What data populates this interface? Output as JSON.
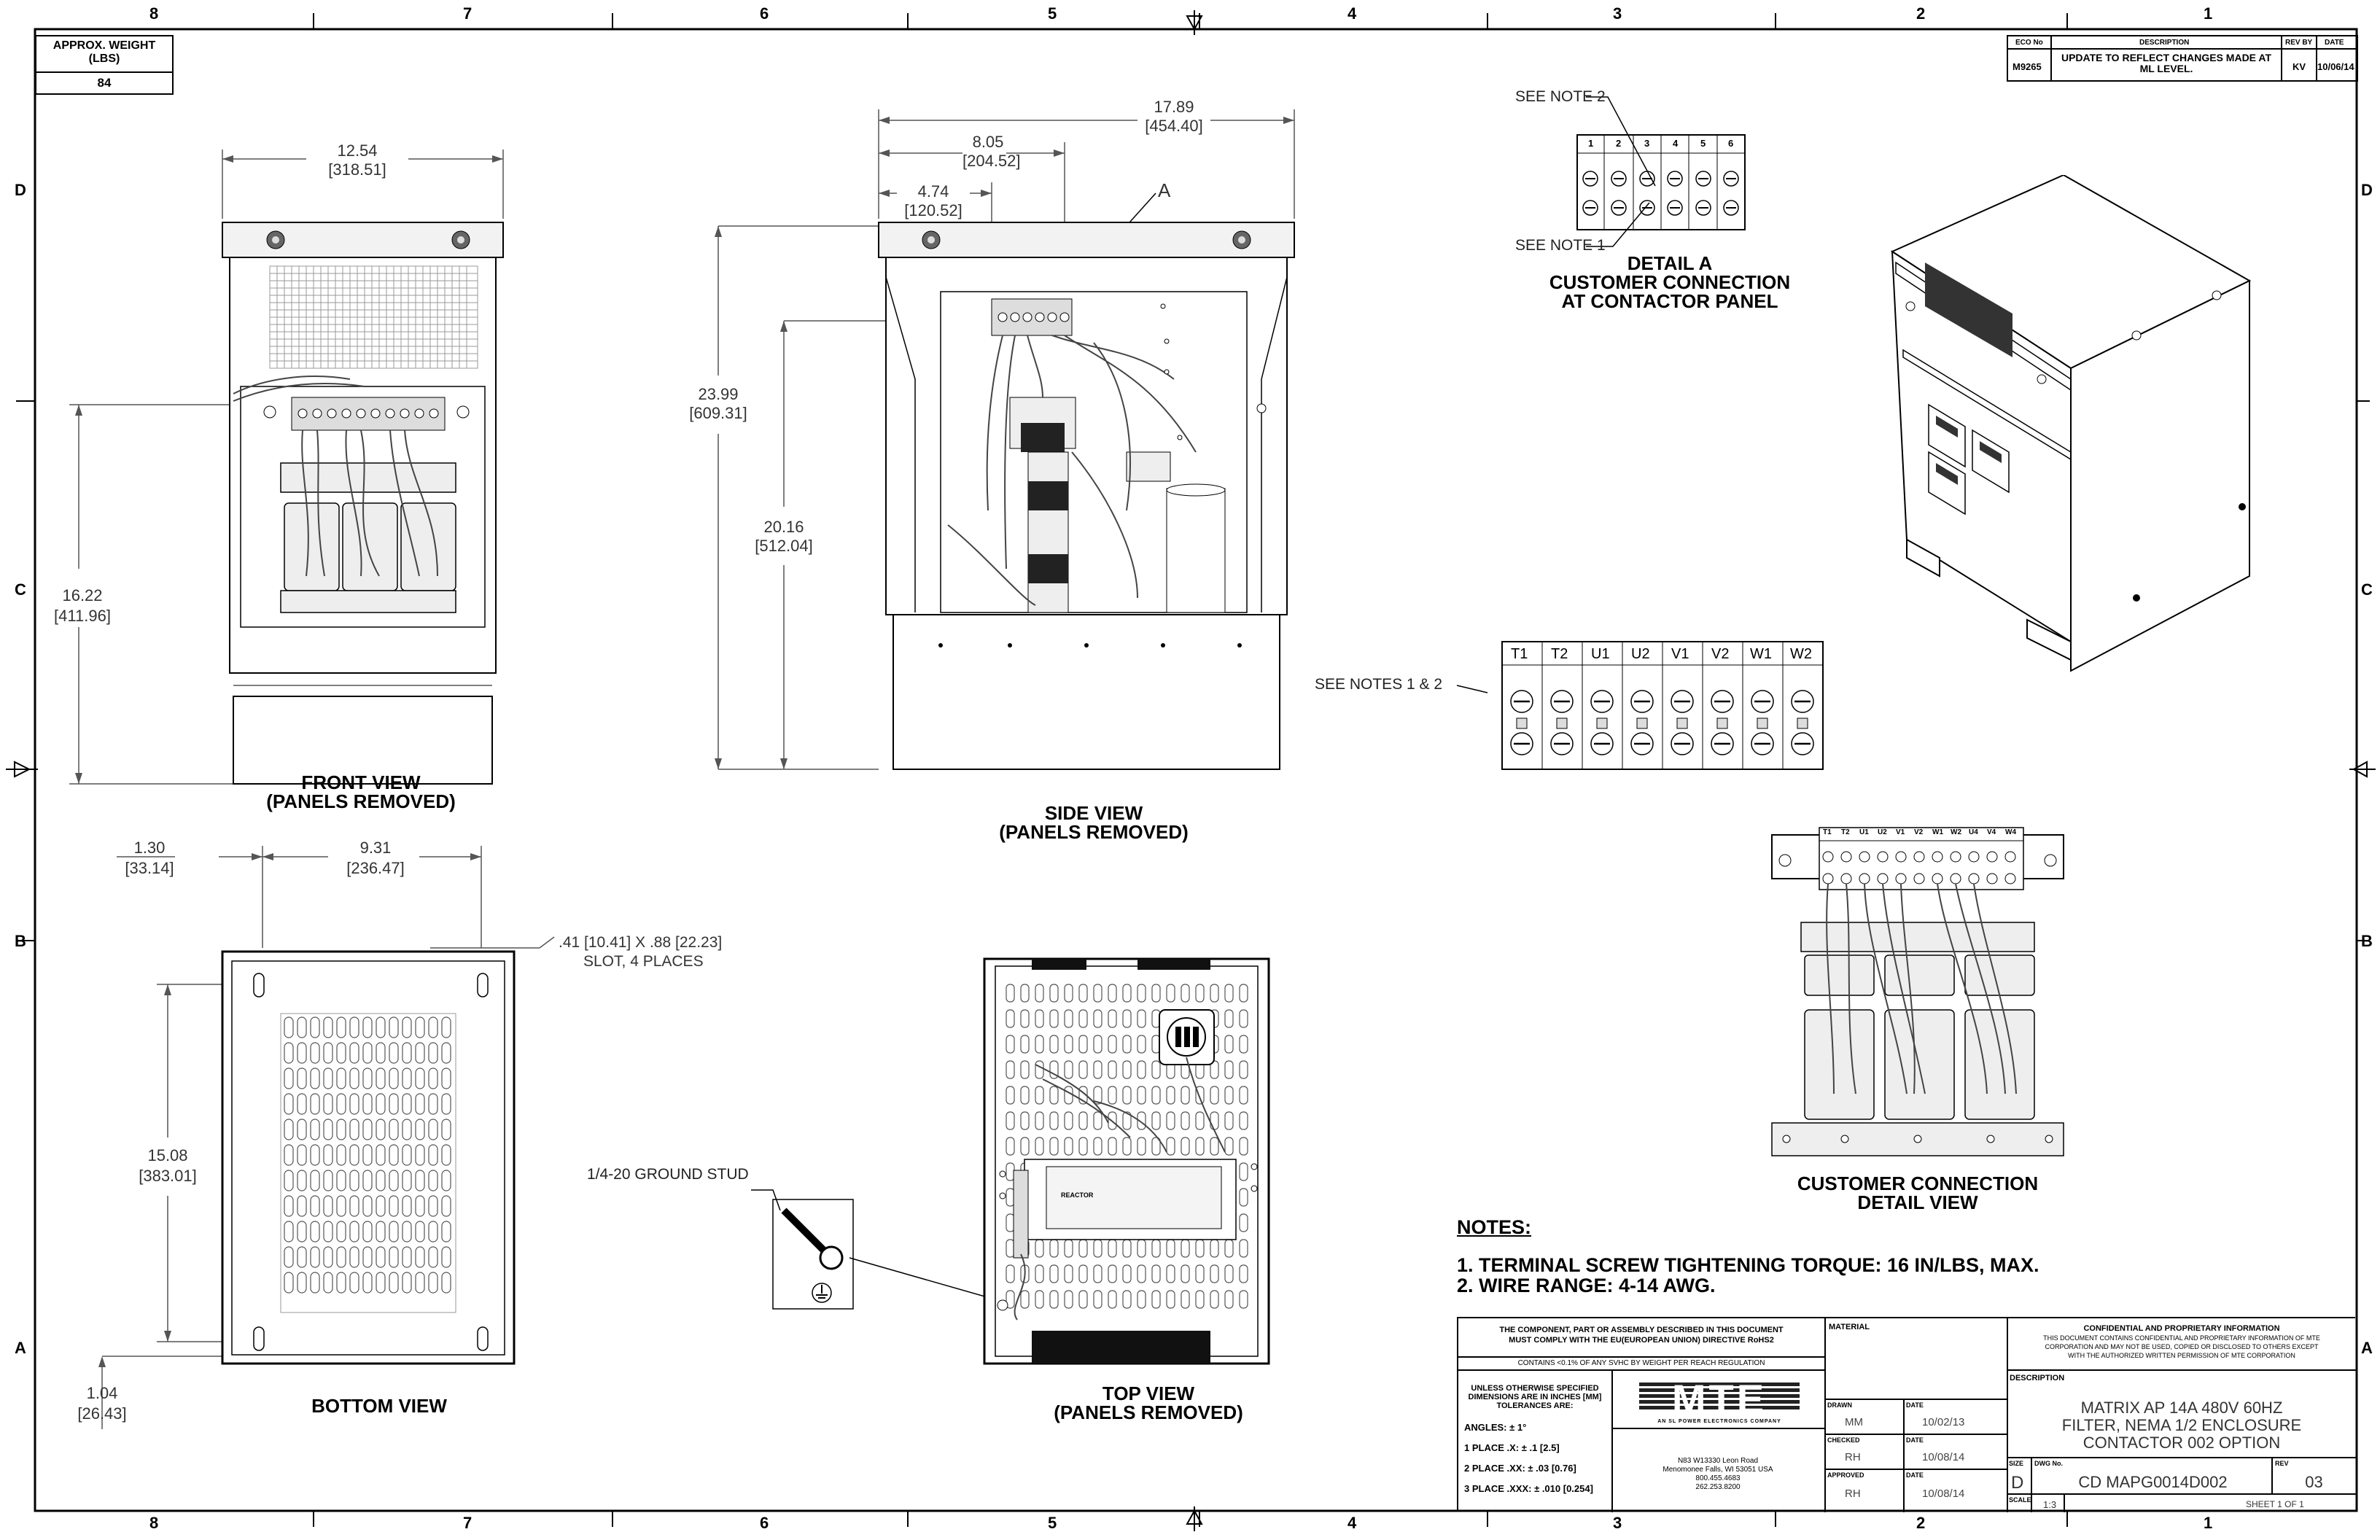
{
  "border": {
    "zones_top": [
      "8",
      "7",
      "6",
      "5",
      "4",
      "3",
      "2",
      "1"
    ],
    "zones_bottom": [
      "8",
      "7",
      "6",
      "5",
      "4",
      "3",
      "2",
      "1"
    ],
    "rows_left": [
      "D",
      "C",
      "B",
      "A"
    ],
    "rows_right": [
      "D",
      "C",
      "B",
      "A"
    ]
  },
  "weight": {
    "label": "APPROX. WEIGHT (LBS)",
    "value": "84"
  },
  "revision": {
    "headers": [
      "ECO No",
      "DESCRIPTION",
      "REV BY",
      "DATE"
    ],
    "row": [
      "M9265",
      "UPDATE TO REFLECT CHANGES MADE AT ML LEVEL.",
      "KV",
      "10/06/14"
    ]
  },
  "front_view": {
    "label1": "FRONT VIEW",
    "label2": "(PANELS REMOVED)",
    "width_in": "12.54",
    "width_mm": "[318.51]",
    "height_in": "16.22",
    "height_mm": "[411.96]"
  },
  "side_view": {
    "label1": "SIDE VIEW",
    "label2": "(PANELS REMOVED)",
    "d1_in": "17.89",
    "d1_mm": "[454.40]",
    "d2_in": "8.05",
    "d2_mm": "[204.52]",
    "d3_in": "4.74",
    "d3_mm": "[120.52]",
    "h1_in": "23.99",
    "h1_mm": "[609.31]",
    "h2_in": "20.16",
    "h2_mm": "[512.04]",
    "callout": "A"
  },
  "detail_a": {
    "title1": "DETAIL A",
    "title2": "CUSTOMER CONNECTION",
    "title3": "AT CONTACTOR PANEL",
    "note2": "SEE NOTE 2",
    "note1": "SEE NOTE 1",
    "terminals": [
      "1",
      "2",
      "3",
      "4",
      "5",
      "6"
    ]
  },
  "terminal_strip": {
    "note": "SEE NOTES 1 & 2",
    "labels": [
      "T1",
      "T2",
      "U1",
      "U2",
      "V1",
      "V2",
      "W1",
      "W2"
    ]
  },
  "customer_detail": {
    "label1": "CUSTOMER CONNECTION",
    "label2": "DETAIL VIEW",
    "labels": [
      "T1",
      "T2",
      "U1",
      "U2",
      "V1",
      "V2",
      "W1",
      "W2",
      "U4",
      "V4",
      "W4"
    ]
  },
  "bottom_view": {
    "label": "BOTTOM VIEW",
    "d1_in": "1.30",
    "d1_mm": "[33.14]",
    "d2_in": "9.31",
    "d2_mm": "[236.47]",
    "slot_in": ".41",
    "slot_mm": "[10.41]",
    "slot_x": "X .88",
    "slot_x_mm": "[22.23]",
    "slot_note": "SLOT, 4 PLACES",
    "h_in": "15.08",
    "h_mm": "[383.01]",
    "b_in": "1.04",
    "b_mm": "[26.43]"
  },
  "top_view": {
    "label1": "TOP VIEW",
    "label2": "(PANELS REMOVED)",
    "stud": "1/4-20 GROUND STUD",
    "reactor": "REACTOR"
  },
  "notes": {
    "title": "NOTES:",
    "items": [
      "1.  TERMINAL SCREW TIGHTENING TORQUE: 16 IN/LBS, MAX.",
      "2.  WIRE RANGE: 4-14 AWG."
    ]
  },
  "title_block": {
    "rohs1": "THE COMPONENT, PART OR ASSEMBLY DESCRIBED IN THIS DOCUMENT",
    "rohs2": "MUST COMPLY WITH THE EU(EUROPEAN UNION) DIRECTIVE RoHS2",
    "reach": "CONTAINS <0.1% OF ANY SVHC BY WEIGHT PER REACH REGULATION",
    "tol1": "UNLESS OTHERWISE SPECIFIED",
    "tol2": "DIMENSIONS ARE IN INCHES [MM]",
    "tol3": "TOLERANCES ARE:",
    "angles": "ANGLES:  ± 1°",
    "place1": "1 PLACE .X:  ± .1 [2.5]",
    "place2": "2 PLACE .XX:  ± .03 [0.76]",
    "place3": "3 PLACE .XXX:  ± .010 [0.254]",
    "logo": "MTE",
    "logo_sub": "AN SL POWER ELECTRONICS COMPANY",
    "addr1": "N83 W13330 Leon Road",
    "addr2": "Menomonee Falls, WI 53051 USA",
    "addr3": "800.455.4683",
    "addr4": "262.253.8200",
    "material": "MATERIAL",
    "drawn": "DRAWN",
    "drawn_by": "MM",
    "drawn_date": "10/02/13",
    "checked": "CHECKED",
    "checked_by": "RH",
    "checked_date": "10/08/14",
    "approved": "APPROVED",
    "approved_by": "RH",
    "approved_date": "10/08/14",
    "date": "DATE",
    "conf_title": "CONFIDENTIAL AND PROPRIETARY INFORMATION",
    "conf1": "THIS DOCUMENT CONTAINS CONFIDENTIAL AND PROPRIETARY INFORMATION OF MTE",
    "conf2": "CORPORATION AND MAY NOT BE USED, COPIED OR DISCLOSED TO OTHERS EXCEPT",
    "conf3": "WITH THE AUTHORIZED WRITTEN PERMISSION OF MTE CORPORATION",
    "description_label": "DESCRIPTION",
    "desc1": "MATRIX AP 14A 480V 60HZ",
    "desc2": "FILTER, NEMA 1/2 ENCLOSURE",
    "desc3": "CONTACTOR 002 OPTION",
    "size_label": "SIZE",
    "size": "D",
    "dwg_label": "DWG No.",
    "dwg": "CD MAPG0014D002",
    "rev_label": "REV",
    "rev": "03",
    "scale_label": "SCALE",
    "scale": "1:3",
    "sheet": "SHEET 1  OF 1"
  }
}
